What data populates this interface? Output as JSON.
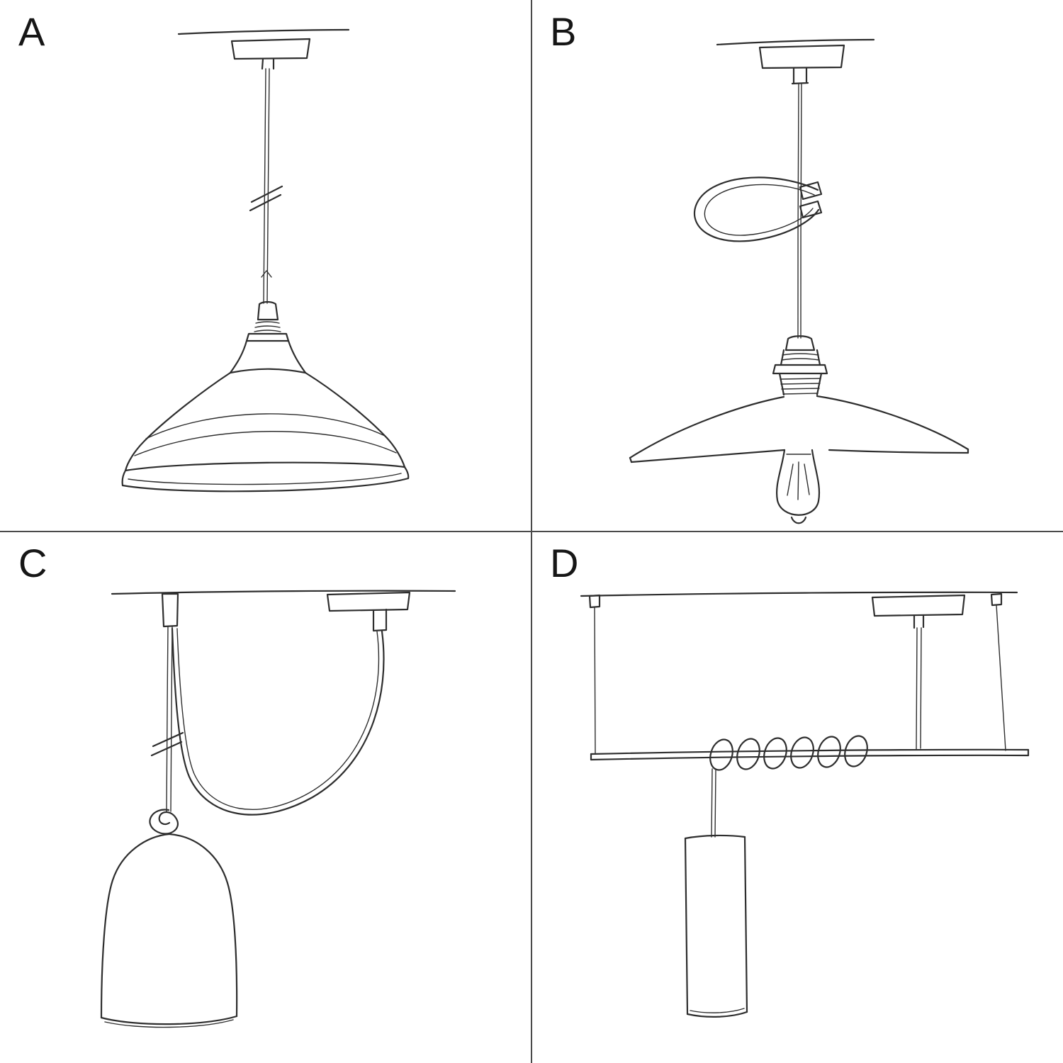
{
  "page": {
    "colors": {
      "page-bg": "#ffffff",
      "divider": "#4a4a4a",
      "sketch-stroke": "#2e2e2e",
      "label-color": "#161616"
    }
  },
  "panels": [
    {
      "label": "A",
      "name": "pendant-with-industrial-barn-shade"
    },
    {
      "label": "B",
      "name": "pendant-with-flat-dish-shade-and-exposed-bulb"
    },
    {
      "label": "C",
      "name": "swag-pendant-with-hook-knot-and-bell-shade"
    },
    {
      "label": "D",
      "name": "bar-suspension-with-coiled-cable-and-tube-pendant"
    }
  ]
}
